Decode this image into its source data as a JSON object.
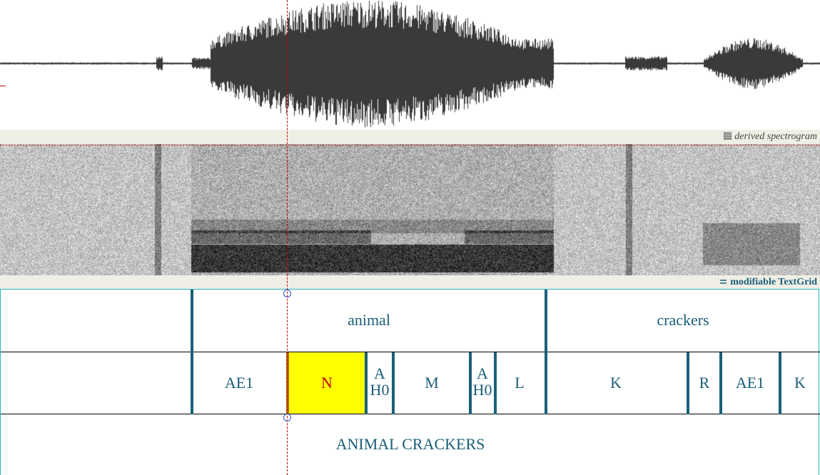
{
  "waveform": {
    "color": "#3a3a3a"
  },
  "spectrogram_header": {
    "label": "derived spectrogram",
    "icon": "spectrogram-icon"
  },
  "textgrid_header": {
    "label": "modifiable TextGrid",
    "icon": "textgrid-icon"
  },
  "tiers": {
    "words": [
      {
        "text": ""
      },
      {
        "text": "animal"
      },
      {
        "text": "crackers"
      }
    ],
    "phones": [
      {
        "text": ""
      },
      {
        "text": "AE1"
      },
      {
        "text": "N",
        "selected": true
      },
      {
        "text": "A\nH0"
      },
      {
        "text": "M"
      },
      {
        "text": "A\nH0"
      },
      {
        "text": "L"
      },
      {
        "text": "K"
      },
      {
        "text": "R"
      },
      {
        "text": "AE1"
      },
      {
        "text": "K"
      }
    ],
    "utterance": [
      {
        "text": "ANIMAL CRACKERS"
      }
    ]
  },
  "colors": {
    "boundary": "#1a6078",
    "label": "#1a5e78",
    "selected_fill": "#ffff00",
    "selected_text": "#c00000",
    "cursor": "#c00000",
    "header_bg": "#f0efe5",
    "textgrid_border": "#29b4c8"
  }
}
